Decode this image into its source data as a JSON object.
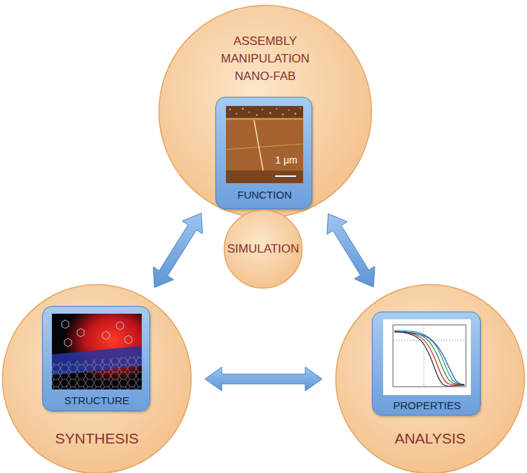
{
  "diagram": {
    "nodes": [
      {
        "text": [
          "ASSEMBLY MANIPULATION NANO-FAB"
        ]
      },
      {
        "text": [
          "FUNCTION"
        ],
        "in": 0
      },
      {
        "text": [
          "SIMULATION"
        ]
      },
      {
        "text": [
          "SYNTHESIS"
        ]
      },
      {
        "text": [
          "STRUCTURE"
        ],
        "in": 3
      },
      {
        "text": [
          "ANALYSIS"
        ]
      },
      {
        "text": [
          "PROPERTIES"
        ],
        "in": 5
      }
    ],
    "edges": [
      {
        "from": 0,
        "to": 3,
        "arrow": "both"
      },
      {
        "from": 0,
        "to": 5,
        "arrow": "both"
      },
      {
        "from": 3,
        "to": 5,
        "arrow": "both"
      }
    ],
    "labels": [
      "1 μm"
    ]
  }
}
